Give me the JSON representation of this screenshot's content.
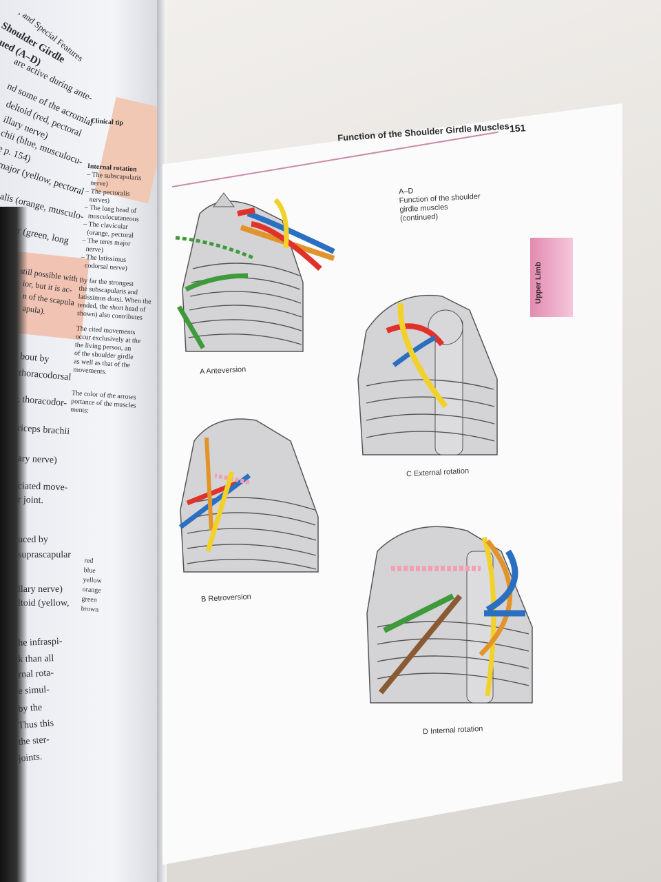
{
  "left_page": {
    "lines": [
      ", and Special Features",
      "e Shoulder Girdle",
      "nued (A–D)",
      "are active during ante-",
      "nd some of the acromial",
      "deltoid (red, pectoral",
      "illary nerve)",
      "chii (blue, musculocu-",
      "e p. 154)",
      "major (yellow, pectoral",
      "alis (orange, musculo-",
      "terior (green, long",
      "still possible with",
      "ior, but it is ac-",
      "n of the scapula",
      "apula).",
      "bout by",
      "thoracodorsal",
      ", thoracodor-",
      "riceps brachii",
      "ary nerve)",
      "ciated move-",
      "r joint.",
      "uced by",
      "suprascapular",
      "llary nerve)",
      "ltoid (yellow,",
      "he infraspi-",
      "k than all",
      "rnal rota-",
      "e simul-",
      "by the",
      "Thus this",
      "the ster-",
      "joints."
    ]
  },
  "middle_column": {
    "lines": [
      "Clinical tip",
      "Internal rotation",
      "– The subscapularis",
      "nerve)",
      "– The pectoralis",
      "nerves)",
      "– The long head of",
      "musculocutaneous",
      "– The clavicular",
      "(orange, pectoral",
      "– The teres major",
      "nerve)",
      "– The latissimus",
      "codorsal nerve)",
      "By far the strongest",
      "the subscapularis and",
      "latissimus dorsi. When the",
      "tended, the short head of",
      "shown) also contributes",
      "The cited movements",
      "occur exclusively at the",
      "the living person, an",
      "of the shoulder girdle",
      "as well as that of the",
      "movements.",
      "The color of the arrows",
      "portance of the muscles",
      "ments:"
    ],
    "legend": [
      "red",
      "blue",
      "yellow",
      "orange",
      "green",
      "brown"
    ]
  },
  "right_page": {
    "running_title": "Function of the Shoulder Girdle Muscles",
    "page_number": "151",
    "caption": [
      "A–D",
      "Function of the shoulder",
      "girdle muscles",
      "(continued)"
    ],
    "section_tab": "Upper Limb",
    "figures": {
      "a": "A  Anteversion",
      "b": "B  Retroversion",
      "c": "C  External rotation",
      "d": "D  Internal rotation"
    }
  },
  "colors": {
    "red": "#e0322b",
    "blue": "#2a6fc0",
    "yellow": "#f2d12a",
    "orange": "#e2942a",
    "green": "#3f9a3c",
    "brown": "#8a5a34",
    "bone": "#d4d4d6",
    "tab_pink": "#e18bb1"
  }
}
